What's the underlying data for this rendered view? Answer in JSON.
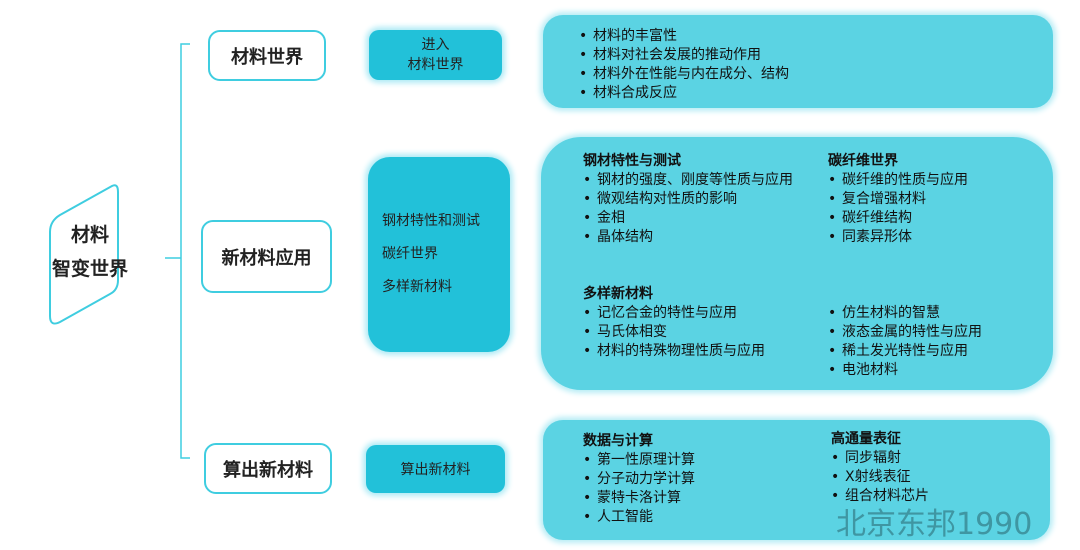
{
  "root": {
    "line1": "材料",
    "line2": "智变世界"
  },
  "branches": [
    {
      "label": "材料世界",
      "summary": [
        "进入",
        "材料世界"
      ],
      "details": [
        "材料的丰富性",
        "材料对社会发展的推动作用",
        "材料外在性能与内在成分、结构",
        "材料合成反应"
      ]
    },
    {
      "label": "新材料应用",
      "summary": [
        "钢材特性和测试",
        "碳纤世界",
        "多样新材料"
      ],
      "groups": [
        {
          "title": "钢材特性与测试",
          "items": [
            "钢材的强度、刚度等性质与应用",
            "微观结构对性质的影响",
            "金相",
            "晶体结构"
          ]
        },
        {
          "title": "碳纤维世界",
          "items": [
            "碳纤维的性质与应用",
            "复合增强材料",
            "碳纤维结构",
            "同素异形体"
          ]
        },
        {
          "title": "多样新材料",
          "items": [
            "记忆合金的特性与应用",
            "马氏体相变",
            "材料的特殊物理性质与应用"
          ]
        },
        {
          "title": "",
          "items": [
            "仿生材料的智慧",
            "液态金属的特性与应用",
            "稀土发光特性与应用",
            "电池材料"
          ]
        }
      ]
    },
    {
      "label": "算出新材料",
      "summary": [
        "算出新材料"
      ],
      "groups": [
        {
          "title": "数据与计算",
          "items": [
            "第一性原理计算",
            "分子动力学计算",
            "蒙特卡洛计算",
            "人工智能"
          ]
        },
        {
          "title": "高通量表征",
          "items": [
            "同步辐射",
            "X射线表征",
            "组合材料芯片"
          ]
        }
      ]
    }
  ],
  "watermark": "北京东邦1990"
}
